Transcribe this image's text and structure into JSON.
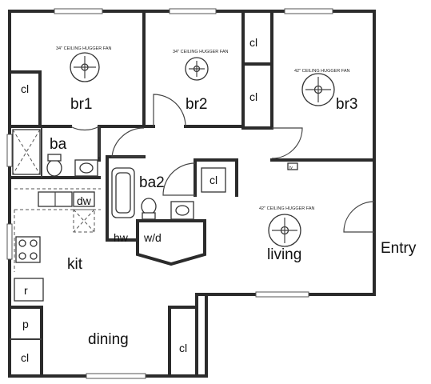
{
  "rooms": {
    "br1": "br1",
    "br2": "br2",
    "br3": "br3",
    "ba": "ba",
    "ba2": "ba2",
    "kit": "kit",
    "living": "living",
    "dining": "dining",
    "entry": "Entry"
  },
  "fixtures": {
    "closet": "cl",
    "dishwasher": "dw",
    "water_heater": "hw",
    "washer_dryer": "w/d",
    "refrigerator": "r",
    "pantry": "p",
    "tv": "tv"
  },
  "fans": {
    "br1": "34\" CEILING HUGGER FAN",
    "br2": "34\" CEILING HUGGER FAN",
    "br3": "42\" CEILING HUGGER FAN",
    "living": "42\" CEILING HUGGER FAN"
  }
}
